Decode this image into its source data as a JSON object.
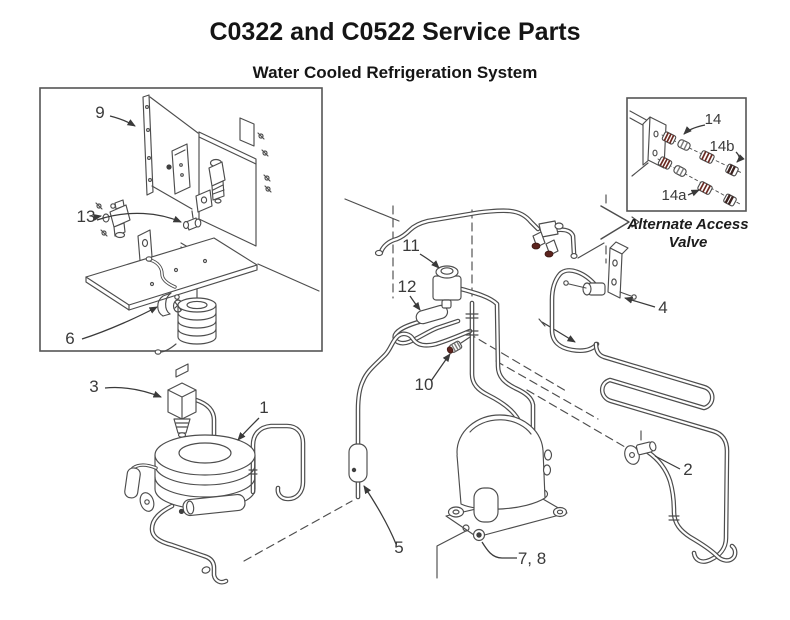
{
  "page": {
    "title": "C0322 and C0522 Service Parts",
    "subtitle": "Water Cooled Refrigeration System"
  },
  "alternate_access_valve": {
    "line1": "Alternate Access",
    "line2": "Valve"
  },
  "callouts": {
    "condenser_coil": "1",
    "evaporator": "2",
    "water_valve": "3",
    "bracket_valve": "4",
    "drier": "5",
    "inset_coil": "6",
    "compressor_mounts": "7, 8",
    "rail": "9",
    "access_fitting": "10",
    "solenoid_valve": "11",
    "tube": "12",
    "inset_valve": "13",
    "fitting_14": "14",
    "fitting_14a": "14a",
    "fitting_14b": "14b"
  },
  "colors": {
    "line": "#4d4d4d",
    "label": "#3a3a3a",
    "fitting_accent": "#6b2a22",
    "background": "#ffffff"
  }
}
